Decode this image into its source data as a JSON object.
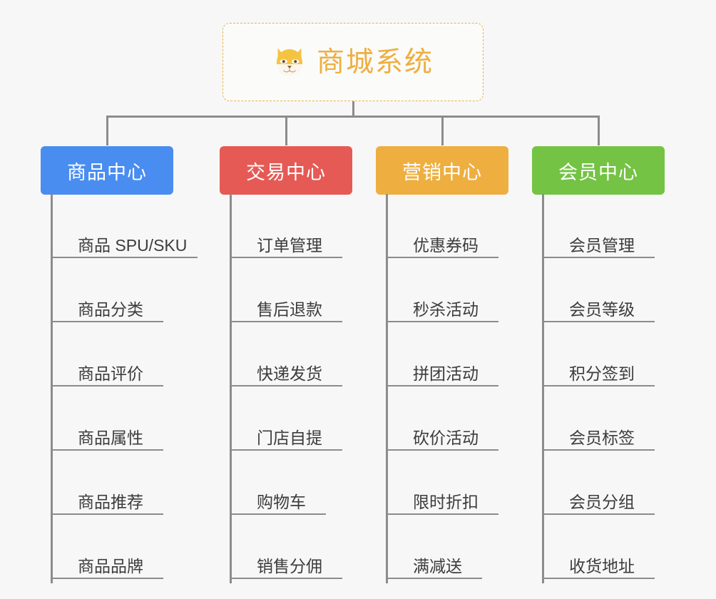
{
  "root": {
    "title": "商城系统",
    "icon": "shiba-dog-face-icon",
    "accent_color": "#eeaf40",
    "border_style": "dashed"
  },
  "connector_color": "#8c8c8c",
  "background_color": "#f7f7f7",
  "categories": [
    {
      "label": "商品中心",
      "color": "#4a8df0",
      "items": [
        "商品 SPU/SKU",
        "商品分类",
        "商品评价",
        "商品属性",
        "商品推荐",
        "商品品牌"
      ]
    },
    {
      "label": "交易中心",
      "color": "#e55a55",
      "items": [
        "订单管理",
        "售后退款",
        "快递发货",
        "门店自提",
        "购物车",
        "销售分佣"
      ]
    },
    {
      "label": "营销中心",
      "color": "#eeaf40",
      "items": [
        "优惠券码",
        "秒杀活动",
        "拼团活动",
        "砍价活动",
        "限时折扣",
        "满减送"
      ]
    },
    {
      "label": "会员中心",
      "color": "#74c344",
      "items": [
        "会员管理",
        "会员等级",
        "积分签到",
        "会员标签",
        "会员分组",
        "收货地址"
      ]
    }
  ]
}
